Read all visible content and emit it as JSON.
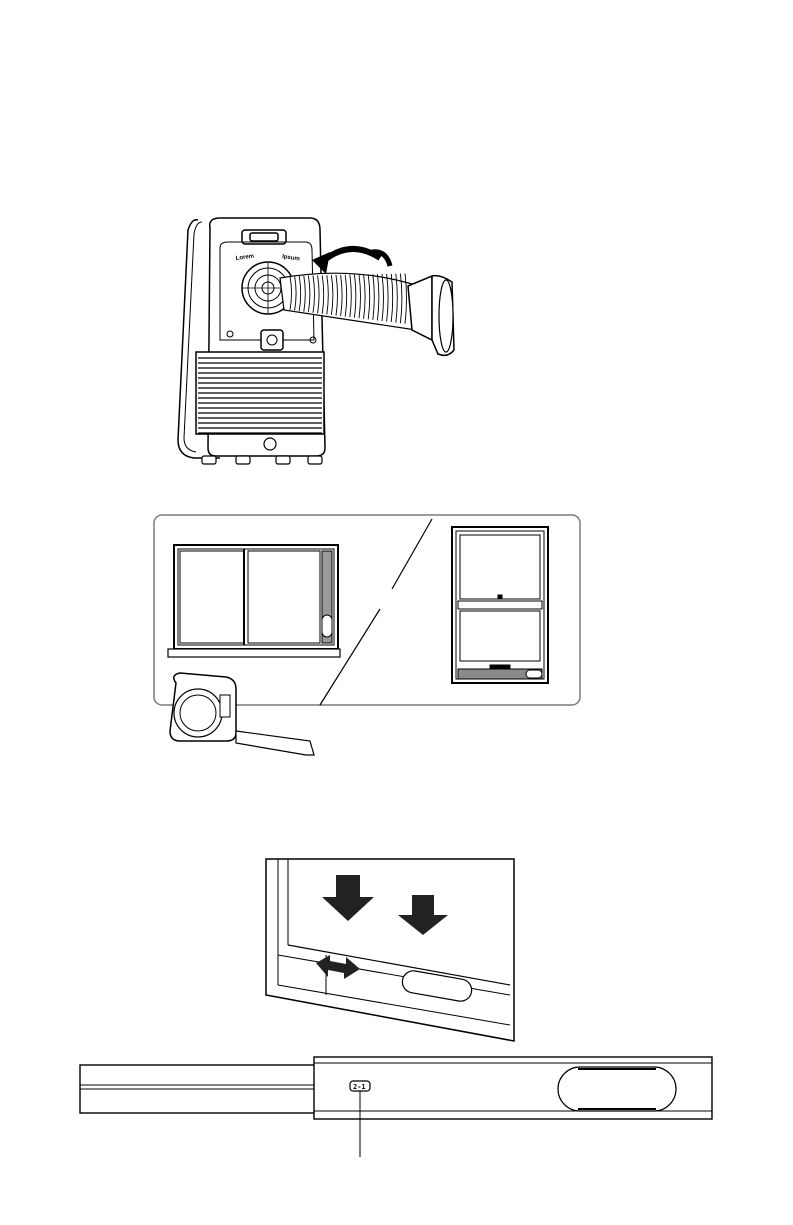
{
  "diagram": {
    "ac_unit": {
      "nameplate_left": "Lorem",
      "nameplate_right": "Ipsum"
    },
    "window_kit": {
      "part_label": "2-1"
    }
  }
}
